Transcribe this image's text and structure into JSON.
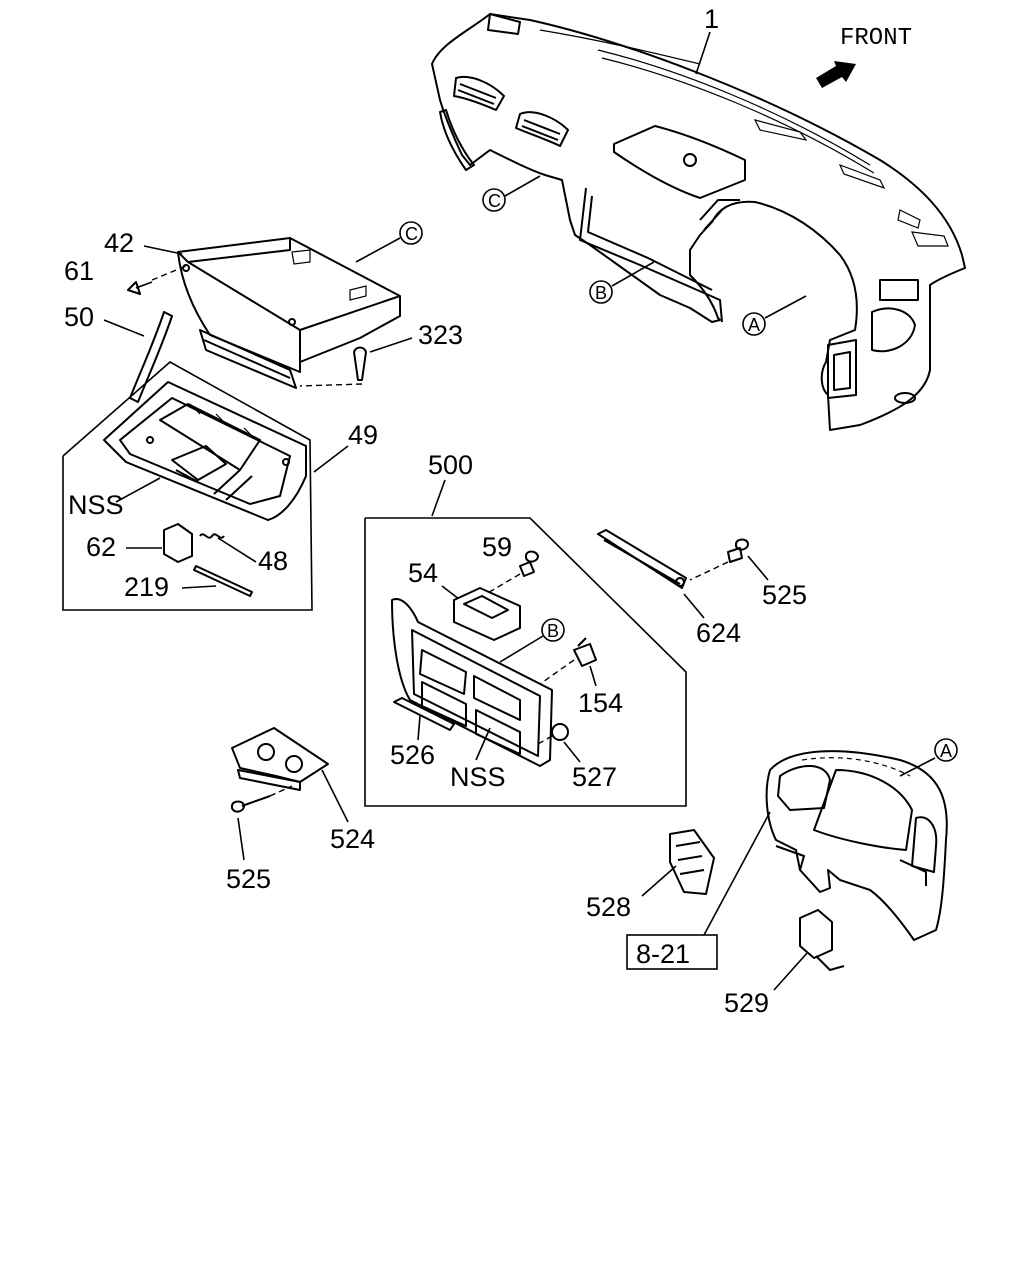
{
  "direction_label": "FRONT",
  "section_ref": "8-21",
  "ref_letters": {
    "a": "A",
    "b": "B",
    "c": "C"
  },
  "callouts": {
    "p1": "1",
    "p42": "42",
    "p61": "61",
    "p50": "50",
    "p323": "323",
    "p49": "49",
    "nss_glovebox": "NSS",
    "p62": "62",
    "p48": "48",
    "p219": "219",
    "p500": "500",
    "p59": "59",
    "p54": "54",
    "p154": "154",
    "p526": "526",
    "nss_panel": "NSS",
    "p527": "527",
    "p525_right": "525",
    "p624": "624",
    "p524": "524",
    "p525_left": "525",
    "p528": "528",
    "p529": "529"
  }
}
